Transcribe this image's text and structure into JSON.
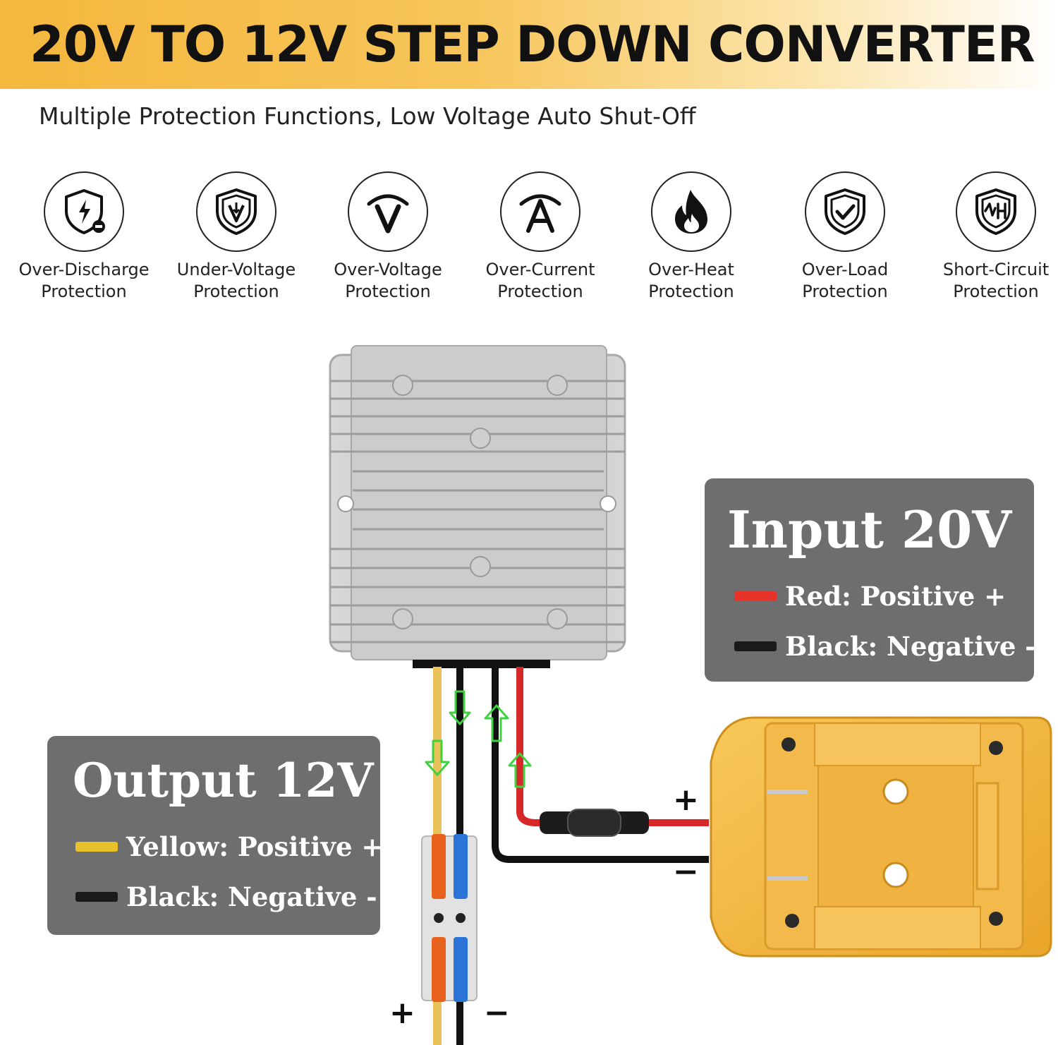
{
  "header": {
    "title": "20V TO 12V STEP DOWN CONVERTER",
    "subtitle": "Multiple Protection Functions, Low Voltage Auto Shut-Off"
  },
  "features": [
    {
      "icon": "shield-bolt-icon",
      "label_line1": "Over-Discharge",
      "label_line2": "Protection"
    },
    {
      "icon": "shield-voltage-icon",
      "label_line1": "Under-Voltage",
      "label_line2": "Protection"
    },
    {
      "icon": "voltage-gauge-icon",
      "label_line1": "Over-Voltage",
      "label_line2": "Protection"
    },
    {
      "icon": "current-gauge-icon",
      "label_line1": "Over-Current",
      "label_line2": "Protection"
    },
    {
      "icon": "flame-icon",
      "label_line1": "Over-Heat",
      "label_line2": "Protection"
    },
    {
      "icon": "shield-check-icon",
      "label_line1": "Over-Load",
      "label_line2": "Protection"
    },
    {
      "icon": "shield-circuit-icon",
      "label_line1": "Short-Circuit",
      "label_line2": "Protection"
    }
  ],
  "input_panel": {
    "title": "Input 20V",
    "row1": {
      "text": "Red: Positive +",
      "color": "#e8332a"
    },
    "row2": {
      "text": "Black: Negative -",
      "color": "#1a1a1a"
    }
  },
  "output_panel": {
    "title": "Output 12V",
    "row1": {
      "text": "Yellow: Positive +",
      "color": "#e8c02a"
    },
    "row2": {
      "text": "Black: Negative -",
      "color": "#1a1a1a"
    }
  },
  "terminals": {
    "input_plus": "+",
    "input_minus": "−",
    "output_plus": "+",
    "output_minus": "−"
  },
  "colors": {
    "banner": "#f5b73d",
    "panel": "#6e6e6e",
    "adapter": "#f2b63a",
    "converter": "#c9c9c9"
  }
}
